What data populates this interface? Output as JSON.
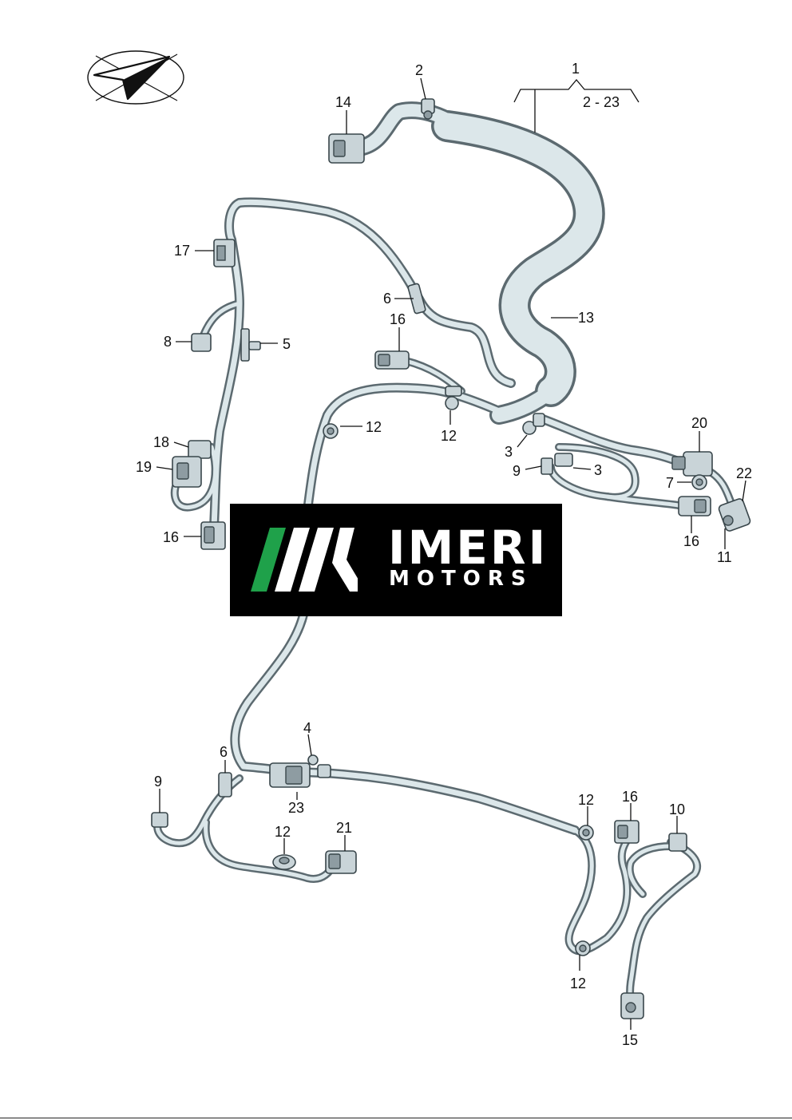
{
  "diagram": {
    "callouts": {
      "c1": "1",
      "c1_range": "2 - 23",
      "c2": "2",
      "c3a": "3",
      "c3b": "3",
      "c4": "4",
      "c5": "5",
      "c6a": "6",
      "c6b": "6",
      "c7": "7",
      "c8": "8",
      "c9a": "9",
      "c9b": "9",
      "c10": "10",
      "c11": "11",
      "c12a": "12",
      "c12b": "12",
      "c12c": "12",
      "c12d": "12",
      "c12e": "12",
      "c13": "13",
      "c14": "14",
      "c15": "15",
      "c16a": "16",
      "c16b": "16",
      "c16c": "16",
      "c16d": "16",
      "c17": "17",
      "c18": "18",
      "c19": "19",
      "c20": "20",
      "c21": "21",
      "c22": "22",
      "c23": "23"
    },
    "brand": {
      "name": "IMERI",
      "sub": "MOTORS",
      "stripe_green": "#1fa14a",
      "stripe_white": "#ffffff",
      "background": "#000000"
    },
    "colors": {
      "wire_outline": "#5c6a70",
      "wire_fill": "#dce7ea",
      "ink": "#111111"
    }
  }
}
